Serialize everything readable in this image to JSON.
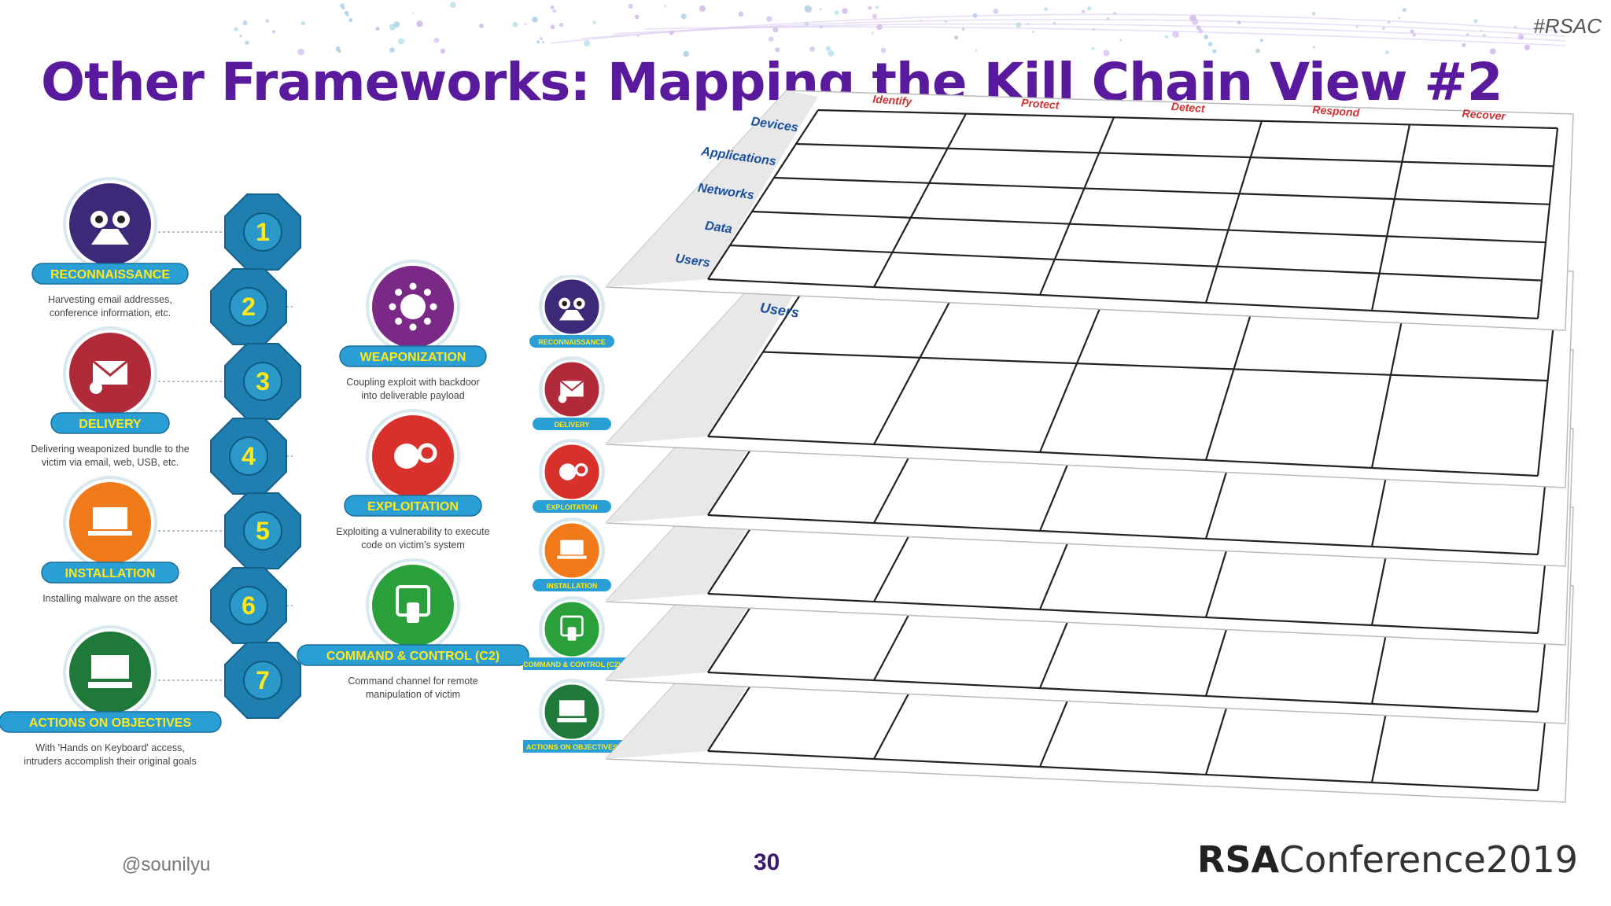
{
  "slide": {
    "tag": "#RSAC",
    "title": "Other Frameworks: Mapping the Kill Chain View #2",
    "footer_handle": "@sounilyu",
    "page_number": "30",
    "logo_bold": "RSA",
    "logo_rest": "Conference2019"
  },
  "colors": {
    "title": "#5a1a9e",
    "chain_hex": "#1f7fb0",
    "label_bg": "#2a9fd6",
    "label_text": "#ffe81a",
    "red_text": "#d23030",
    "blue_text": "#1a4fa0"
  },
  "kill_chain": [
    {
      "num": "1",
      "label": "RECONNAISSANCE",
      "desc1": "Harvesting email addresses,",
      "desc2": "conference information, etc.",
      "icon": "binoculars-icon",
      "color": "#3c2a78"
    },
    {
      "num": "2",
      "label": "WEAPONIZATION",
      "desc1": "Coupling exploit with backdoor",
      "desc2": "into deliverable payload",
      "icon": "virus-icon",
      "color": "#7a2a86"
    },
    {
      "num": "3",
      "label": "DELIVERY",
      "desc1": "Delivering weaponized bundle to the",
      "desc2": "victim via email, web, USB, etc.",
      "icon": "envelope-icon",
      "color": "#b02a3a"
    },
    {
      "num": "4",
      "label": "EXPLOITATION",
      "desc1": "Exploiting a vulnerability to execute",
      "desc2": "code on victim's system",
      "icon": "bug-gear-icon",
      "color": "#d8302a"
    },
    {
      "num": "5",
      "label": "INSTALLATION",
      "desc1": "Installing malware on the asset",
      "desc2": "",
      "icon": "laptop-install-icon",
      "color": "#f07a1a"
    },
    {
      "num": "6",
      "label": "COMMAND & CONTROL (C2)",
      "desc1": "Command channel for remote",
      "desc2": "manipulation of victim",
      "icon": "remote-control-icon",
      "color": "#2aa03a"
    },
    {
      "num": "7",
      "label": "ACTIONS ON OBJECTIVES",
      "desc1": "With 'Hands on Keyboard' access,",
      "desc2": "intruders accomplish their original goals",
      "icon": "hands-keyboard-icon",
      "color": "#1f7a3a"
    }
  ],
  "grid": {
    "columns": [
      "Identify",
      "Protect",
      "Detect",
      "Respond",
      "Recover"
    ],
    "rows": [
      "Devices",
      "Applications",
      "Networks",
      "Data",
      "Users"
    ],
    "layer_label": "Users",
    "layers": 6
  }
}
